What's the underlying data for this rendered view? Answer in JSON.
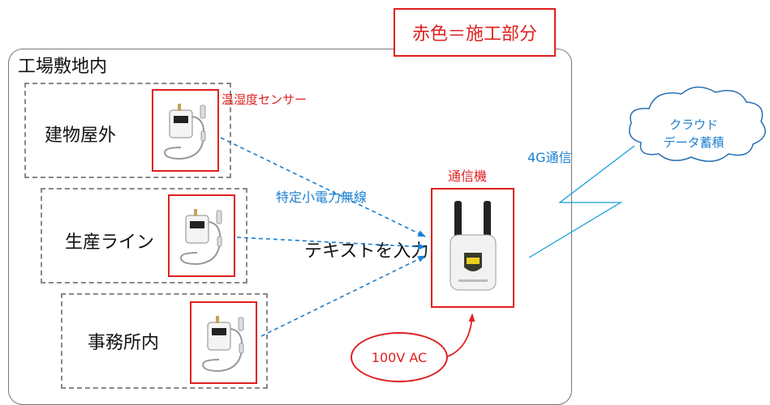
{
  "legend": {
    "text": "赤色＝施工部分"
  },
  "premises": {
    "title": "工場敷地内"
  },
  "zones": [
    {
      "label": "建物屋外"
    },
    {
      "label": "生産ライン"
    },
    {
      "label": "事務所内"
    }
  ],
  "sensor": {
    "label": "温湿度センサー"
  },
  "wireless": {
    "label": "特定小電力無線"
  },
  "placeholder": {
    "text": "テキストを入力"
  },
  "gateway": {
    "label": "通信機"
  },
  "cellular": {
    "label": "4G通信"
  },
  "cloud": {
    "line1": "クラウド",
    "line2": "データ蓄積"
  },
  "power": {
    "label": "100V AC"
  },
  "colors": {
    "construction": "#e02020",
    "link": "#1a7fd0",
    "outline": "#777777"
  }
}
